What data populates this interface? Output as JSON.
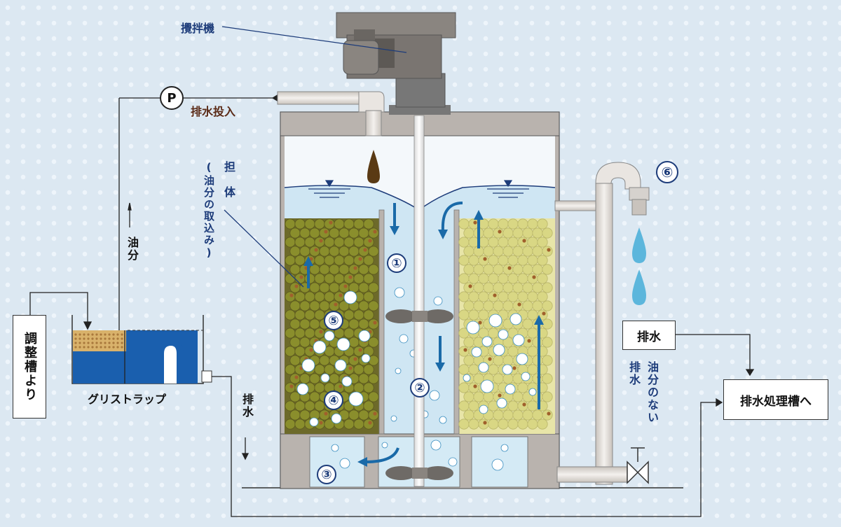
{
  "labels": {
    "agitator": "攪拌機",
    "inflow": "排水投入",
    "pump": "P",
    "carrier_line1": "担　体",
    "carrier_line2": "(油分の取込み)",
    "oil": "油分",
    "drain_left": "排水",
    "grease_trap": "グリストラップ",
    "adjust_tank": "調整槽より",
    "drain_box": "排水",
    "oil_free_1": "油分のない",
    "oil_free_2": "排水",
    "to_treatment": "排水処理槽へ"
  },
  "markers": [
    "①",
    "②",
    "③",
    "④",
    "⑤",
    "⑥"
  ],
  "colors": {
    "navy": "#1d3c7a",
    "water": "#cfe6f3",
    "tank_gray": "#b9b3ae",
    "trap_blue": "#1a5fae",
    "carrier_dark": "#8a8e2c",
    "carrier_light": "#d9d784",
    "oil_brown": "#5a3a14",
    "arrow_blue": "#1a6aa8",
    "droplet": "#5cb6dc"
  }
}
